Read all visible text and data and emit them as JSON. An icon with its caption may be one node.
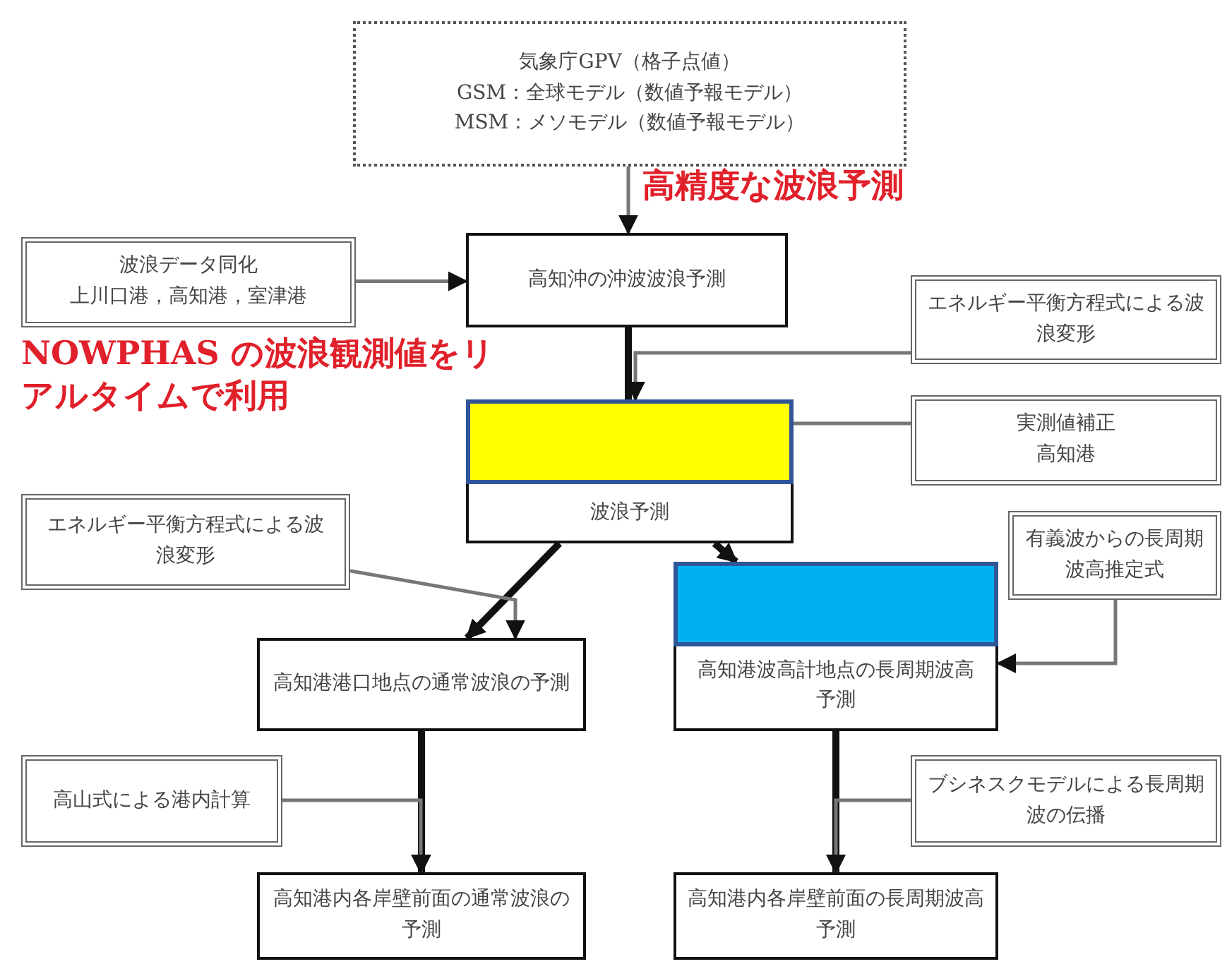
{
  "diagram": {
    "nodes": [
      {
        "text": [
          "気象庁GPV（格子点値）",
          "GSM：全球モデル（数値予報モデル）",
          "MSM：メソモデル（数値予報モデル）"
        ]
      },
      {
        "text": [
          "波浪データ同化",
          "上川口港，高知港，室津港"
        ]
      },
      {
        "text": [
          "高知沖の沖波波浪予測"
        ]
      },
      {
        "text": [
          "エネルギー平衡方程式による波浪変形"
        ]
      },
      {
        "text": [
          "実測値補正",
          "高知港"
        ]
      },
      {
        "text": [
          "波浪予測"
        ]
      },
      {
        "text": [
          "エネルギー平衡方程式による波浪変形"
        ]
      },
      {
        "text": [
          "有義波からの長周期波高推定式"
        ]
      },
      {
        "text": [
          "高知港港口地点の通常波浪の予測"
        ]
      },
      {
        "text": [
          "高知港波高計地点の長周期波高予測"
        ]
      },
      {
        "text": [
          "高山式による港内計算"
        ]
      },
      {
        "text": [
          "ブシネスクモデルによる長周期波の伝播"
        ]
      },
      {
        "text": [
          "高知港内各岸壁前面の通常波浪の予測"
        ]
      },
      {
        "text": [
          "高知港内各岸壁前面の長周期波高予測"
        ]
      }
    ],
    "edges": [
      {
        "from": 0,
        "to": 2,
        "arrow": "to"
      },
      {
        "from": 1,
        "to": 2,
        "arrow": "to"
      },
      {
        "from": 3,
        "to": 5,
        "arrow": "to"
      },
      {
        "from": 2,
        "to": 5,
        "arrow": "none",
        "style": "thick",
        "color": "#111111"
      },
      {
        "from": 4,
        "to": 5,
        "arrow": "none"
      },
      {
        "from": 5,
        "to": 8,
        "arrow": "to",
        "style": "thick",
        "color": "#111111"
      },
      {
        "from": 5,
        "to": 9,
        "arrow": "to",
        "style": "thick",
        "color": "#111111"
      },
      {
        "from": 6,
        "to": 8,
        "arrow": "to"
      },
      {
        "from": 7,
        "to": 9,
        "arrow": "to"
      },
      {
        "from": 8,
        "to": 12,
        "arrow": "to",
        "style": "thick",
        "color": "#111111"
      },
      {
        "from": 10,
        "to": 12,
        "arrow": "to"
      },
      {
        "from": 9,
        "to": 13,
        "arrow": "to",
        "style": "thick",
        "color": "#111111"
      },
      {
        "from": 11,
        "to": 13,
        "arrow": "to"
      }
    ],
    "labels": [
      "高精度な波浪予測",
      "NOWPHAS の波浪観測値をリアルタイムで利用"
    ]
  }
}
